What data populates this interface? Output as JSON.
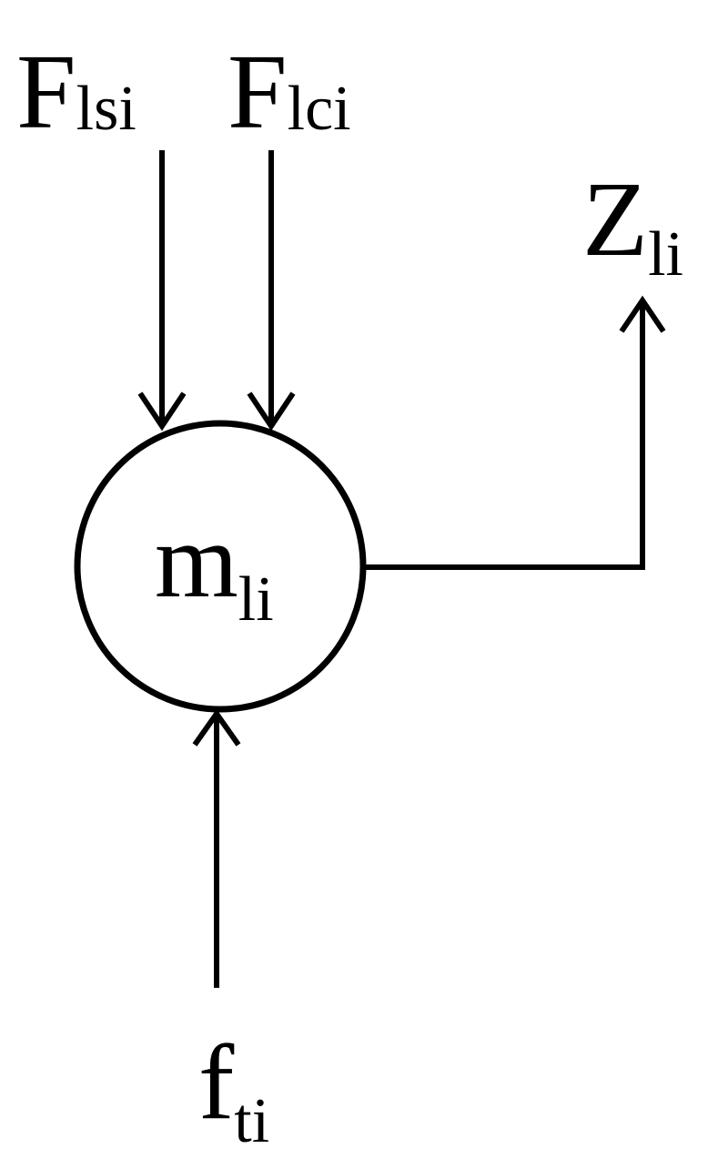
{
  "labels": {
    "input_top_left": {
      "main": "F",
      "sub": "lsi"
    },
    "input_top_right": {
      "main": "F",
      "sub": "lci"
    },
    "output": {
      "main": "Z",
      "sub": "li"
    },
    "node": {
      "main": "m",
      "sub": "li"
    },
    "input_bottom": {
      "main": "f",
      "sub": "ti"
    }
  },
  "colors": {
    "stroke": "#000000",
    "background": "#ffffff"
  }
}
